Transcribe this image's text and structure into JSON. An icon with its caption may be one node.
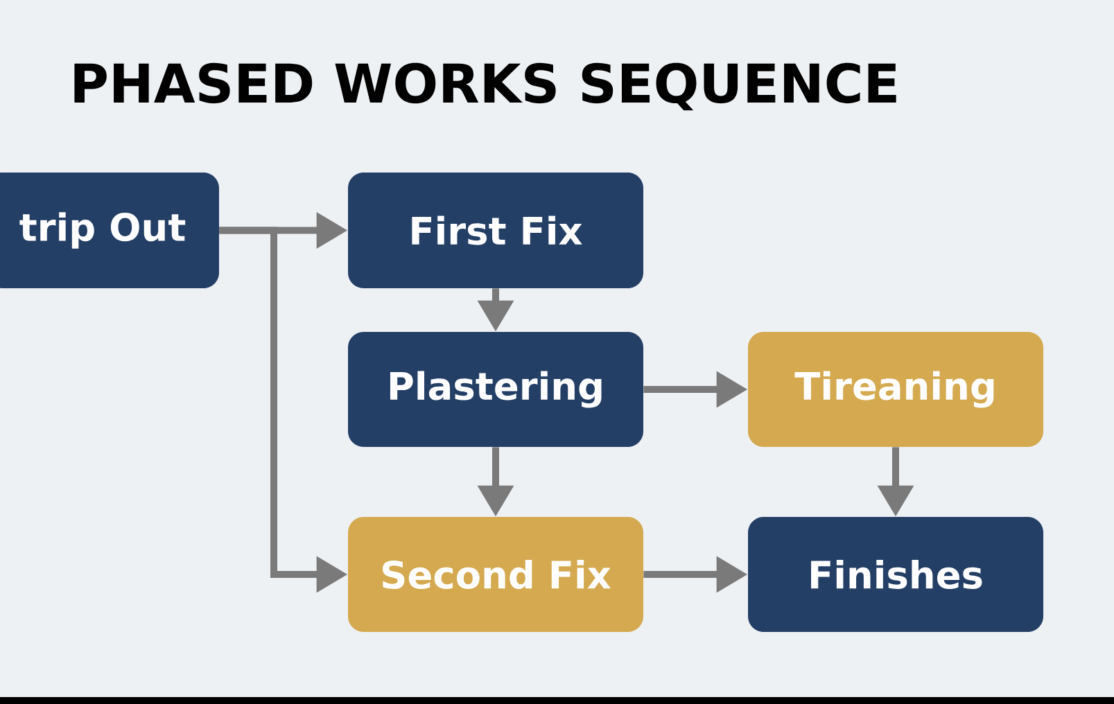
{
  "diagram": {
    "title": "PHASED WORKS SEQUENCE",
    "nodes": [
      {
        "text": [
          "trip Out"
        ]
      },
      {
        "text": [
          "First Fix"
        ]
      },
      {
        "text": [
          "Plastering"
        ]
      },
      {
        "text": [
          "Tireaning"
        ]
      },
      {
        "text": [
          "Second Fix"
        ]
      },
      {
        "text": [
          "Finishes"
        ]
      }
    ],
    "edges": [
      {
        "from": 0,
        "to": 1,
        "arrow": "to"
      },
      {
        "from": 0,
        "to": 4,
        "arrow": "to"
      },
      {
        "from": 1,
        "to": 2,
        "arrow": "to"
      },
      {
        "from": 2,
        "to": 3,
        "arrow": "to"
      },
      {
        "from": 2,
        "to": 4,
        "arrow": "to"
      },
      {
        "from": 3,
        "to": 5,
        "arrow": "to"
      },
      {
        "from": 4,
        "to": 5,
        "arrow": "to"
      }
    ]
  }
}
